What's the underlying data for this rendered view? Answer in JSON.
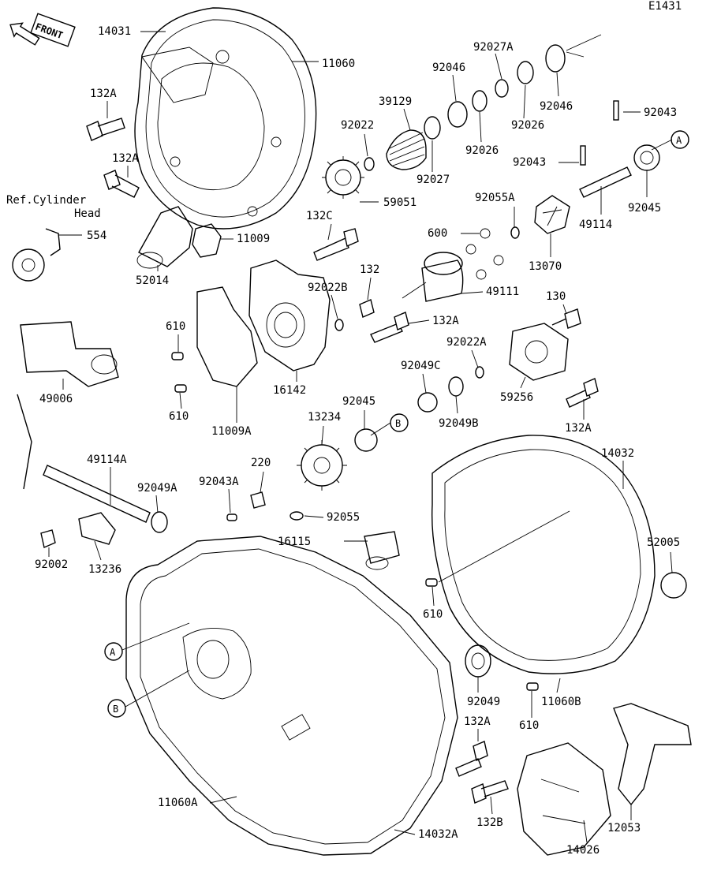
{
  "diagram_id": "E1431",
  "front_label": "FRONT",
  "reference_note": {
    "line1": "Ref.Cylinder",
    "line2": "Head"
  },
  "callouts": {
    "a": "A",
    "b": "B"
  },
  "part_numbers": [
    "14031",
    "11060",
    "132A",
    "132A",
    "92027A",
    "92046",
    "39129",
    "92046",
    "92043",
    "92022",
    "92026",
    "92026",
    "92027",
    "92043",
    "92045",
    "59051",
    "92055A",
    "132C",
    "600",
    "49114",
    "554",
    "11009",
    "52014",
    "13070",
    "132",
    "92022B",
    "49111",
    "130",
    "610",
    "132A",
    "92022A",
    "49006",
    "16142",
    "92049C",
    "59256",
    "610",
    "92045",
    "11009A",
    "13234",
    "92049B",
    "132A",
    "14032",
    "49114A",
    "220",
    "92049A",
    "92043A",
    "92055",
    "16115",
    "52005",
    "92002",
    "13236",
    "610",
    "92049",
    "11060B",
    "132A",
    "610",
    "11060A",
    "132B",
    "12053",
    "14026",
    "14032A"
  ]
}
